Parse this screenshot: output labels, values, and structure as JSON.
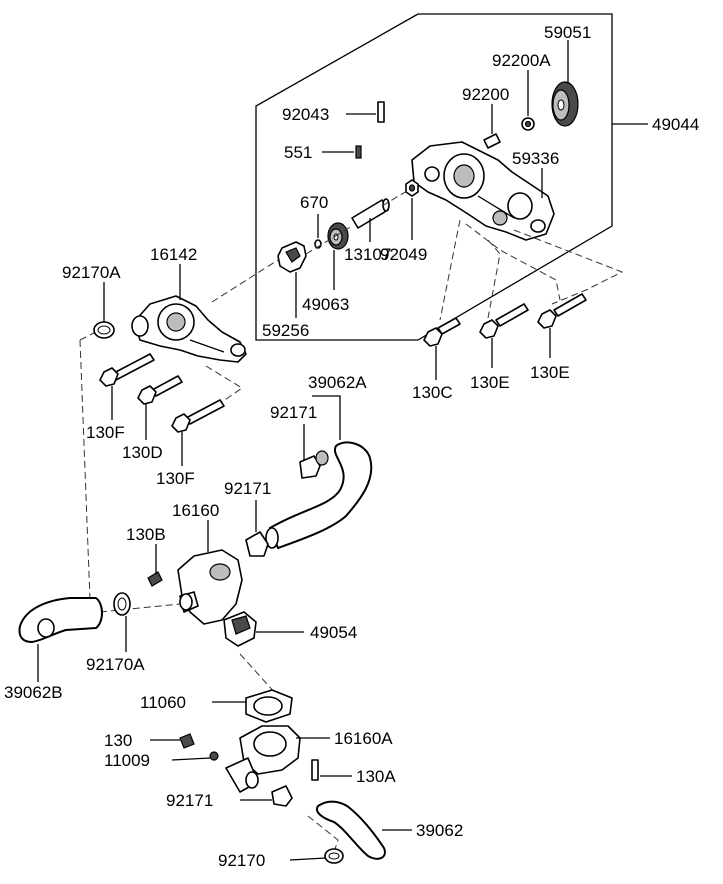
{
  "parts": {
    "p59051": "59051",
    "p92200A": "92200A",
    "p92200": "92200",
    "p92043": "92043",
    "p49044": "49044",
    "p551": "551",
    "p59336": "59336",
    "p670": "670",
    "p92049": "92049",
    "p13107": "13107",
    "p16142": "16142",
    "p92170A_top": "92170A",
    "p49063": "49063",
    "p59256": "59256",
    "p130C": "130C",
    "p130E_1": "130E",
    "p130E_2": "130E",
    "p39062A": "39062A",
    "p130F_1": "130F",
    "p92171_1": "92171",
    "p130D": "130D",
    "p130F_2": "130F",
    "p92171_2": "92171",
    "p16160": "16160",
    "p130B": "130B",
    "p49054": "49054",
    "p92170A_bot": "92170A",
    "p39062B": "39062B",
    "p11060": "11060",
    "p130": "130",
    "p16160A": "16160A",
    "p11009": "11009",
    "p130A": "130A",
    "p92171_3": "92171",
    "p39062": "39062",
    "p92170": "92170"
  }
}
